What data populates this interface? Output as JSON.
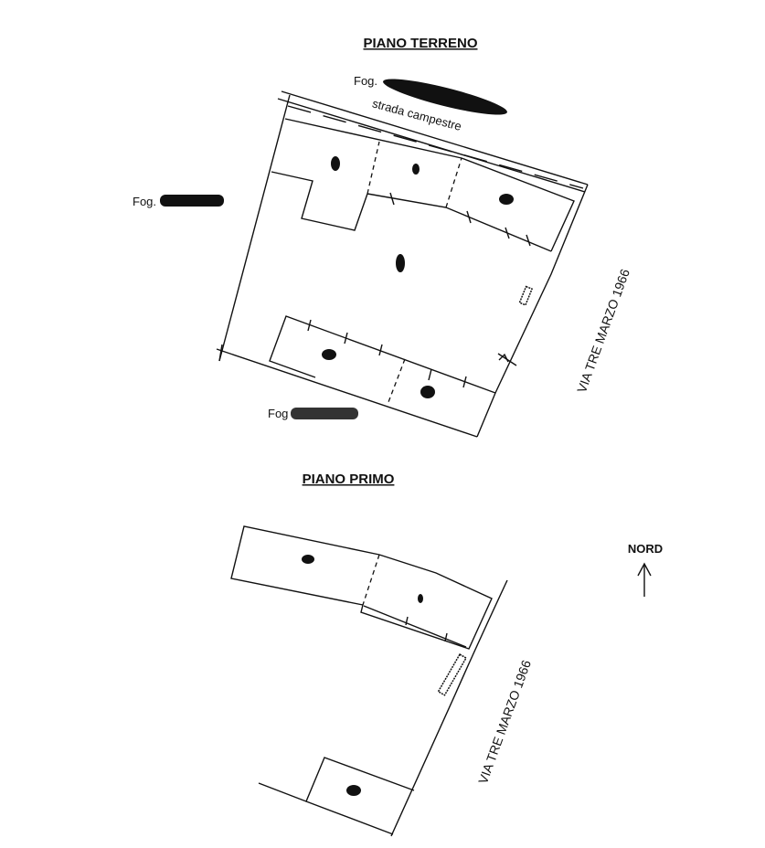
{
  "ground_floor": {
    "title": "PIANO TERRENO",
    "parcel_label_top": "Fog.",
    "parcel_label_left": "Fog.",
    "parcel_label_bottom": "Fog",
    "road_label": "strada campestre",
    "street_label": "VIA TRE MARZO 1966"
  },
  "first_floor": {
    "title": "PIANO PRIMO",
    "street_label": "VIA TRE MARZO 1966"
  },
  "north_label": "NORD"
}
